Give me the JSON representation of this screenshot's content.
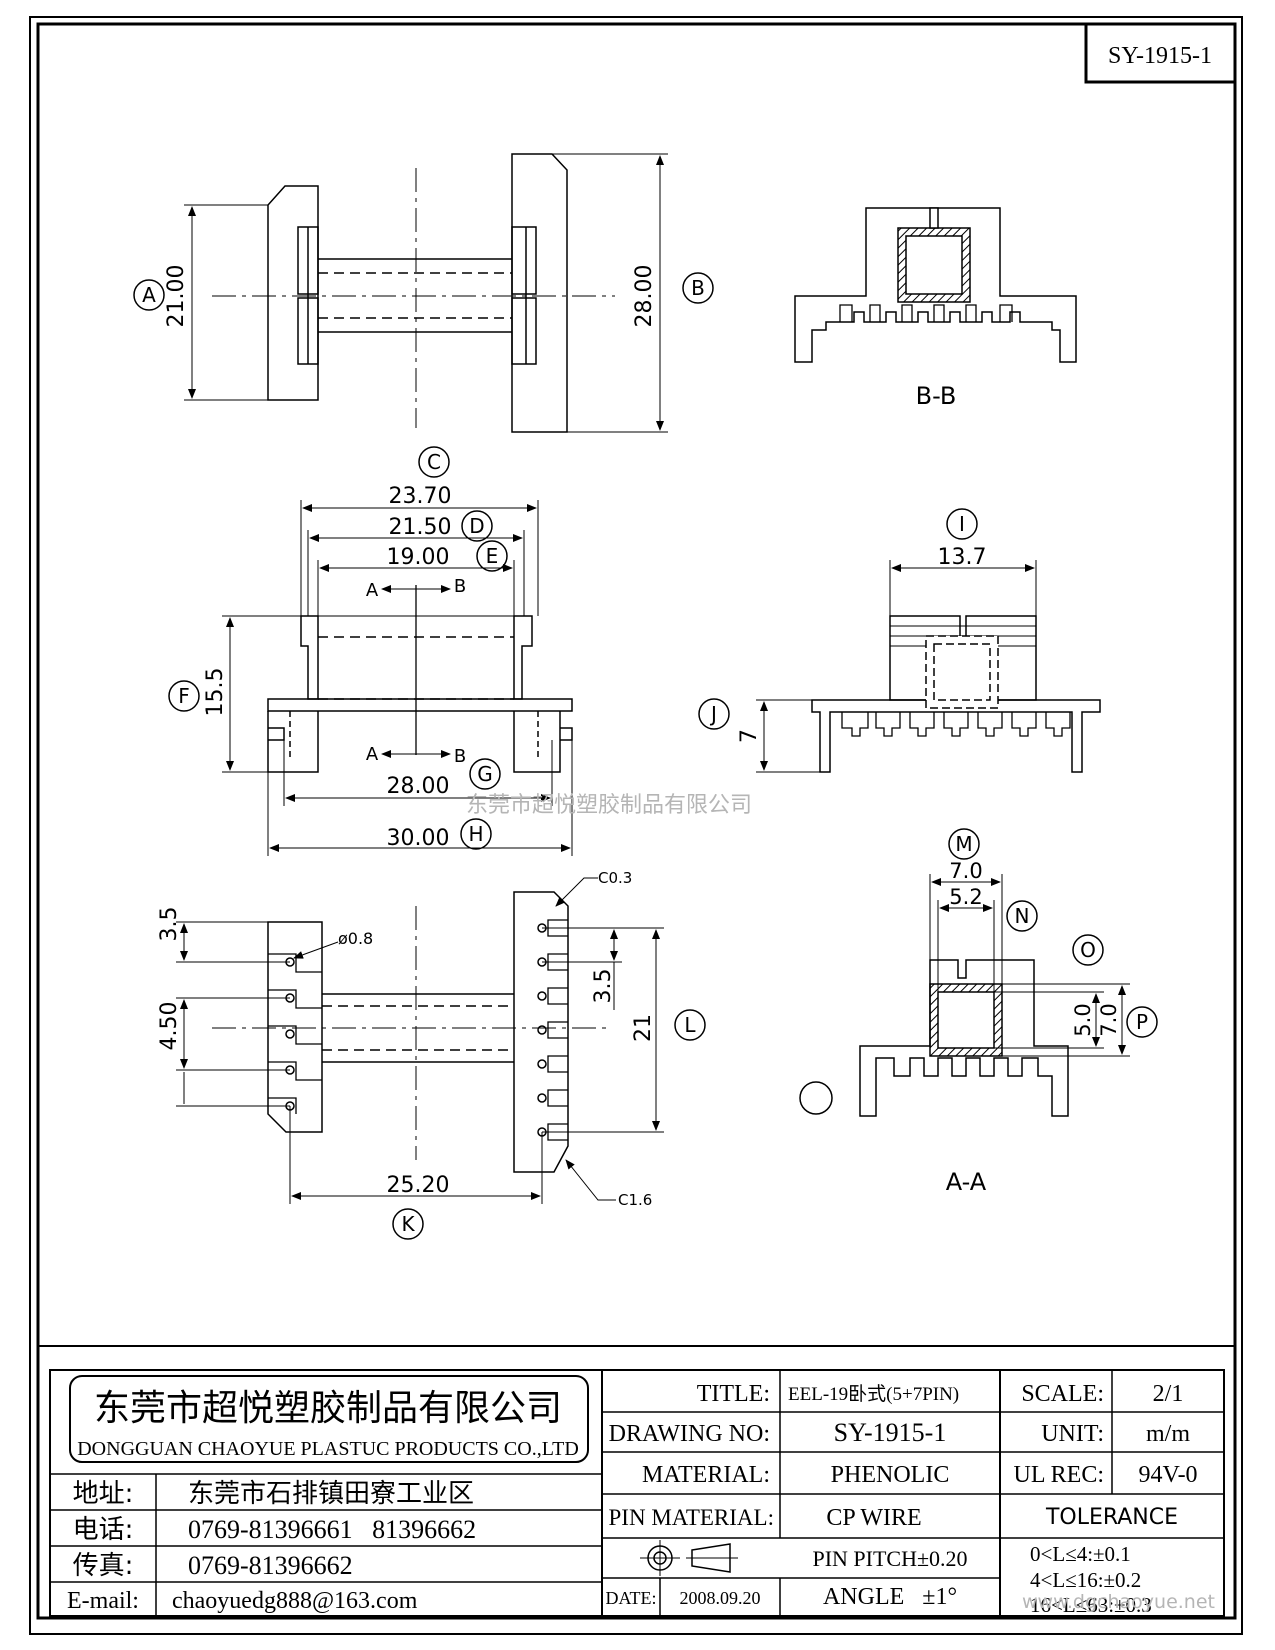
{
  "drawing_id": "SY-1915-1",
  "labels": {
    "A": "A",
    "B": "B",
    "C": "C",
    "D": "D",
    "E": "E",
    "F": "F",
    "G": "G",
    "H": "H",
    "I": "I",
    "J": "J",
    "K": "K",
    "L": "L",
    "M": "M",
    "N": "N",
    "O": "O",
    "P": "P"
  },
  "dims": {
    "a": "21.00",
    "b": "28.00",
    "c": "23.70",
    "d": "21.50",
    "e": "19.00",
    "f": "15.5",
    "g": "28.00",
    "h": "30.00",
    "i": "13.7",
    "j": "7",
    "k": "25.20",
    "l": "21",
    "m": "7.0",
    "n": "5.2",
    "o": "5.0",
    "p": "7.0",
    "pitch_top": "3.5",
    "pitch_left": "4.50",
    "pitch_right": "3.5",
    "hole": "ø0.8",
    "c03": "C0.3",
    "c16": "C1.6"
  },
  "sections": {
    "bb": "B-B",
    "aa": "A-A",
    "arrow_a": "A",
    "arrow_b": "B"
  },
  "watermark": {
    "center": "东莞市超悦塑胶制品有限公司",
    "corner": "www.dgchaoyue.net"
  },
  "title_block": {
    "company_cn": "东莞市超悦塑胶制品有限公司",
    "company_en": "DONGGUAN CHAOYUE PLASTUC PRODUCTS CO.,LTD",
    "address_label": "地址:",
    "address": "东莞市石排镇田寮工业区",
    "phone_label": "电话:",
    "phone": "0769-81396661   81396662",
    "fax_label": "传真:",
    "fax": "0769-81396662",
    "email_label": "E-mail:",
    "email": "chaoyuedg888@163.com",
    "title_label": "TITLE:",
    "title": "EEL-19卧式(5+7PIN)",
    "drawing_no_label": "DRAWING NO:",
    "drawing_no": "SY-1915-1",
    "material_label": "MATERIAL:",
    "material": "PHENOLIC",
    "pin_material_label": "PIN MATERIAL:",
    "pin_material": "CP WIRE",
    "pin_pitch": "PIN PITCH±0.20",
    "date_label": "DATE:",
    "date": "2008.09.20",
    "angle": "ANGLE   ±1°",
    "scale_label": "SCALE:",
    "scale": "2/1",
    "unit_label": "UNIT:",
    "unit": "m/m",
    "ul_label": "UL REC:",
    "ul": "94V-0",
    "tolerance_label": "TOLERANCE",
    "tol1": "0<L≤4:±0.1",
    "tol2": "4<L≤16:±0.2",
    "tol3": "16<L≤63:±0.3"
  }
}
